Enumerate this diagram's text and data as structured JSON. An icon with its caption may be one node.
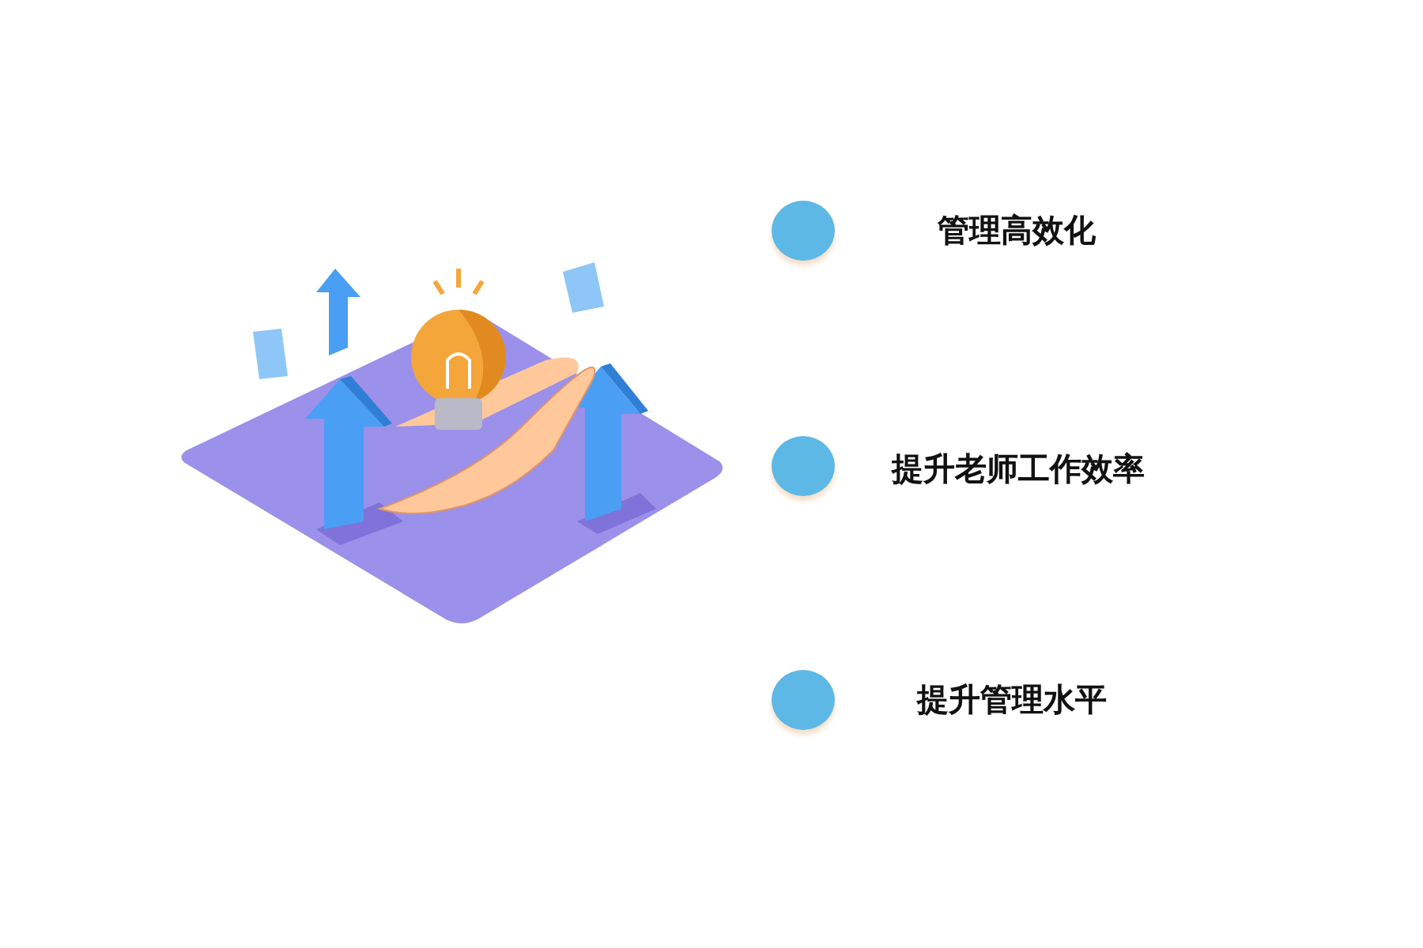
{
  "diagram": {
    "labels": [
      "管理高效化",
      "提升老师工作效率",
      "提升管理水平"
    ]
  }
}
